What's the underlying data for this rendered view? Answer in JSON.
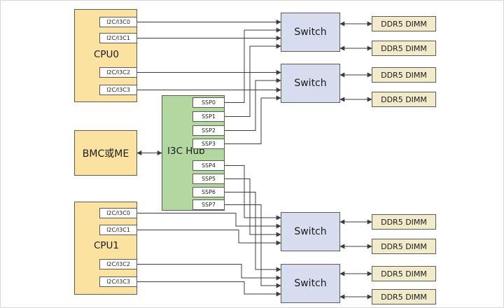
{
  "diagram": {
    "cpu0": {
      "label": "CPU0",
      "ports": [
        "I2C/I3C0",
        "I2C/I3C1",
        "I2C/I3C2",
        "I2C/I3C3"
      ]
    },
    "cpu1": {
      "label": "CPU1",
      "ports": [
        "I2C/I3C0",
        "I2C/I3C1",
        "I2C/I3C2",
        "I2C/I3C3"
      ]
    },
    "bmc": {
      "label": "BMC或ME"
    },
    "hub": {
      "label": "I3C Hub",
      "ports": [
        "SSP0",
        "SSP1",
        "SSP2",
        "SSP3",
        "SSP4",
        "SSP5",
        "SSP6",
        "SSP7"
      ]
    },
    "switches": [
      "Switch",
      "Switch",
      "Switch",
      "Switch"
    ],
    "dimms": [
      "DDR5 DIMM",
      "DDR5 DIMM",
      "DDR5 DIMM",
      "DDR5 DIMM",
      "DDR5 DIMM",
      "DDR5 DIMM",
      "DDR5 DIMM",
      "DDR5 DIMM"
    ],
    "colors": {
      "cpu_fill": "#FBE2A0",
      "hub_fill": "#B2D8A0",
      "switch_fill": "#D7DCEF",
      "dimm_fill": "#F1EBCB",
      "port_fill": "#FFFFFF",
      "line": "#3C3C3C"
    }
  }
}
